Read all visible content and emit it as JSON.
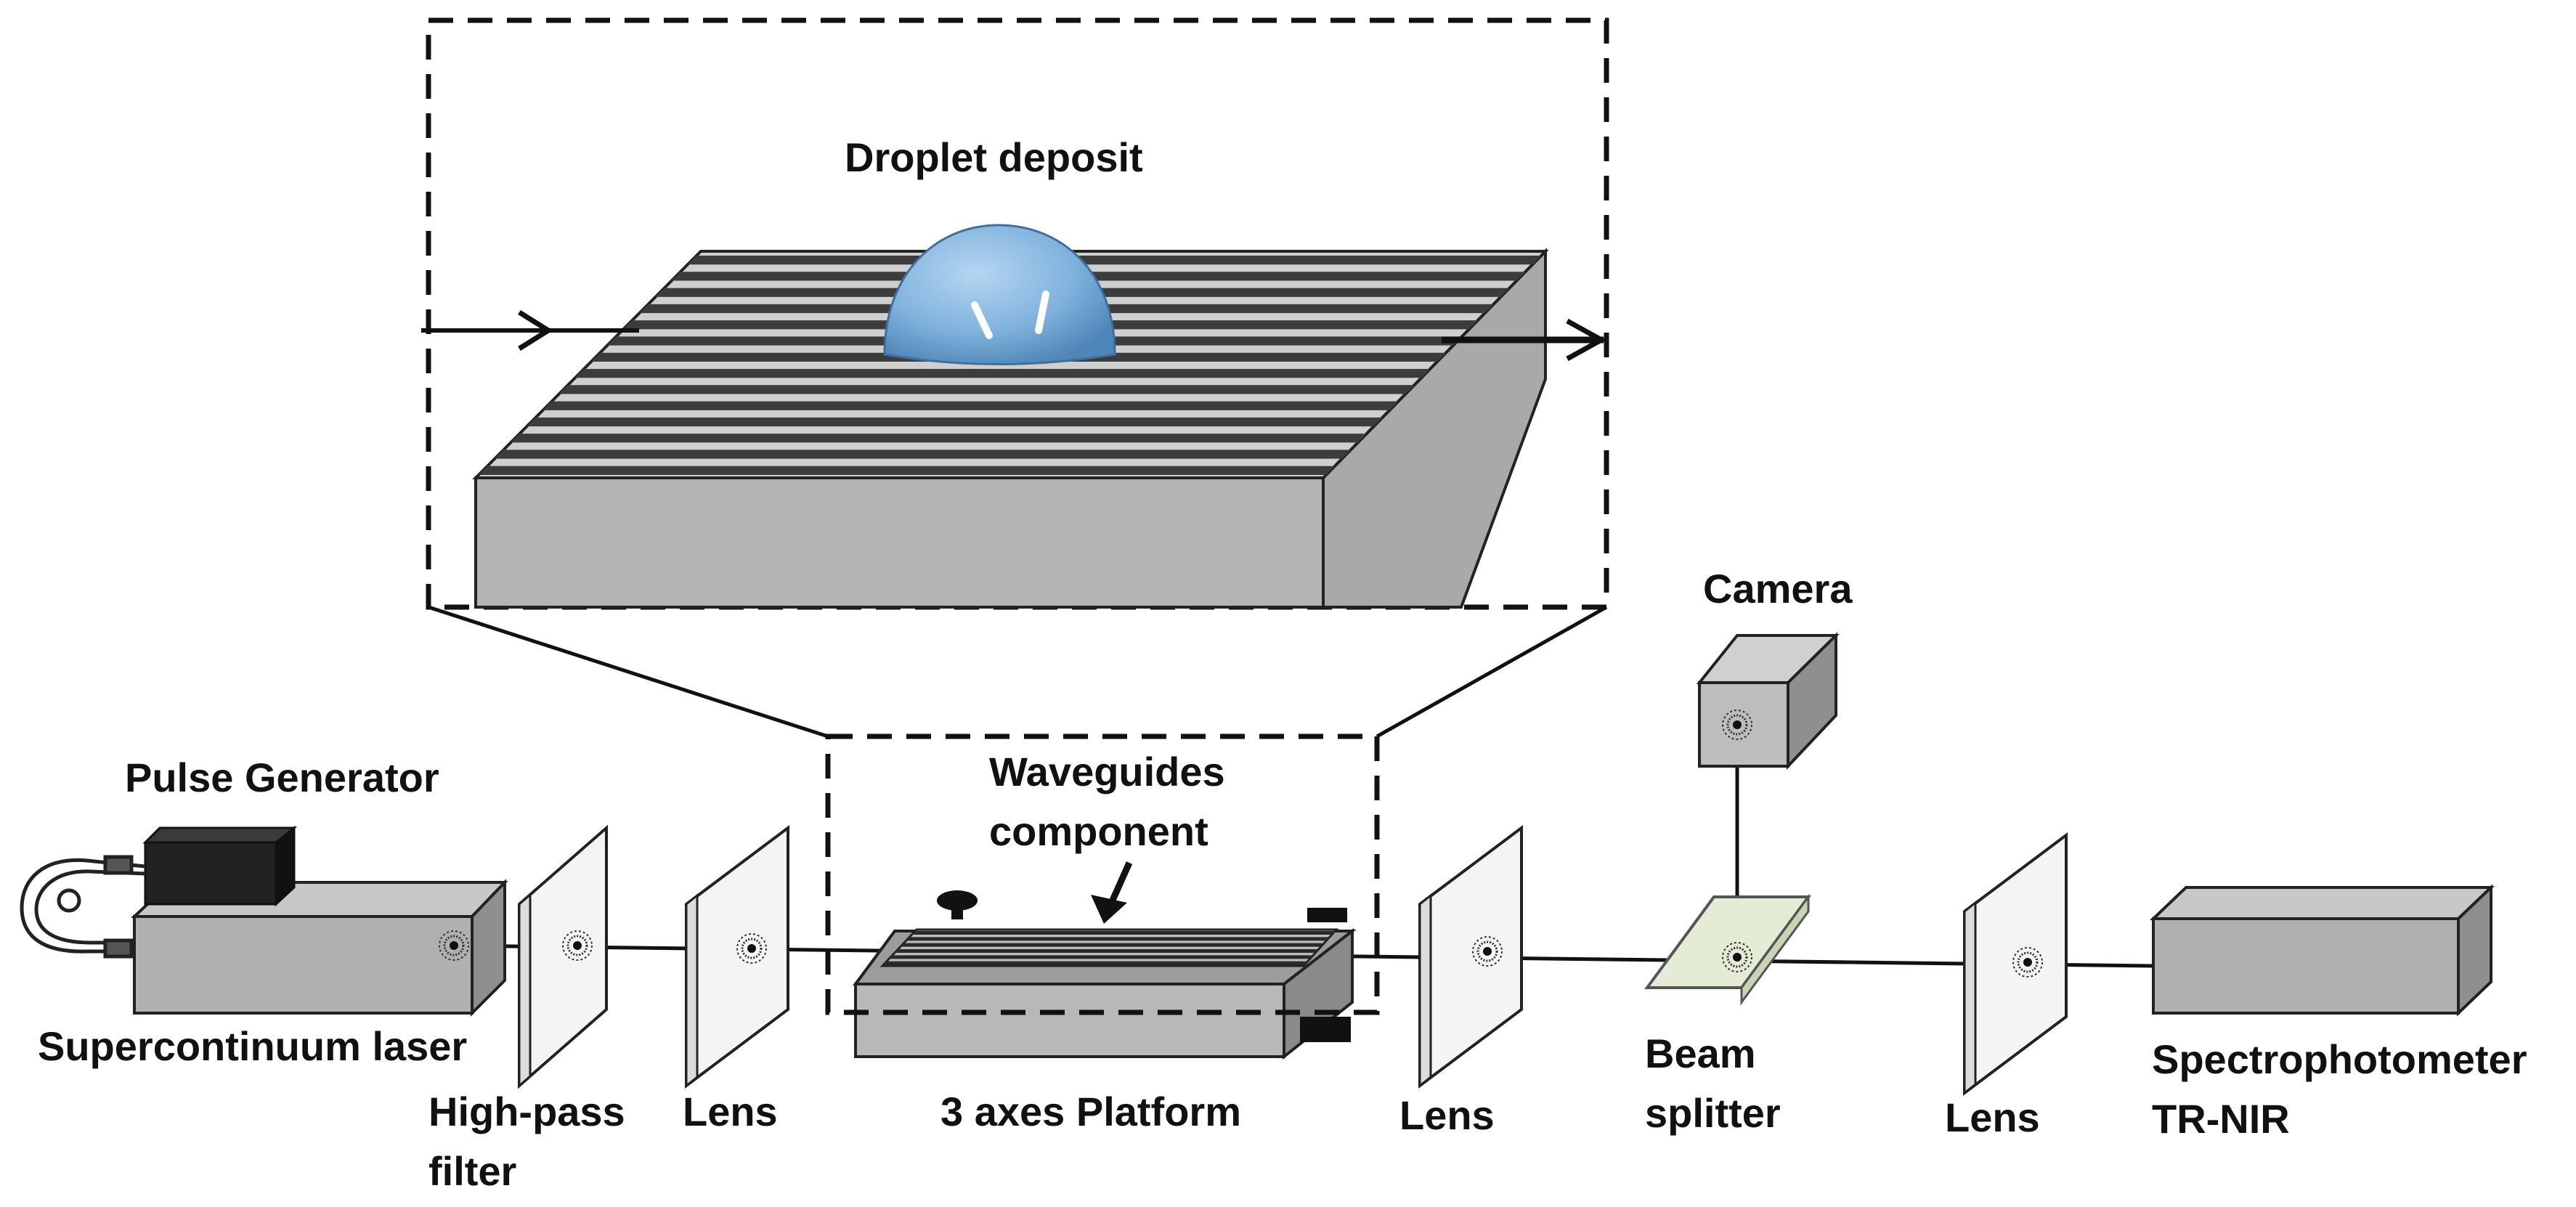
{
  "labels": {
    "droplet_deposit": "Droplet deposit",
    "camera": "Camera",
    "pulse_generator": "Pulse Generator",
    "waveguides_component": "Waveguides\ncomponent",
    "supercontinuum_laser": "Supercontinuum laser",
    "high_pass_filter": "High-pass\nfilter",
    "lens_1": "Lens",
    "three_axes_platform": "3 axes Platform",
    "lens_2": "Lens",
    "beam_splitter": "Beam\nsplitter",
    "lens_3": "Lens",
    "spectrophotometer": "Spectrophotometer\nTR-NIR"
  },
  "colors": {
    "outline": "#1a1a1a",
    "box_light": "#c8c8c8",
    "box_mid": "#a9a9a9",
    "box_dark": "#8a8a8a",
    "stripe_dark": "#3c3c3c",
    "stripe_light": "#cfcfcf",
    "droplet": "#7fb2dd",
    "beam_splitter": "#e4ecd5",
    "pulse_generator": "#2a2a2a"
  }
}
